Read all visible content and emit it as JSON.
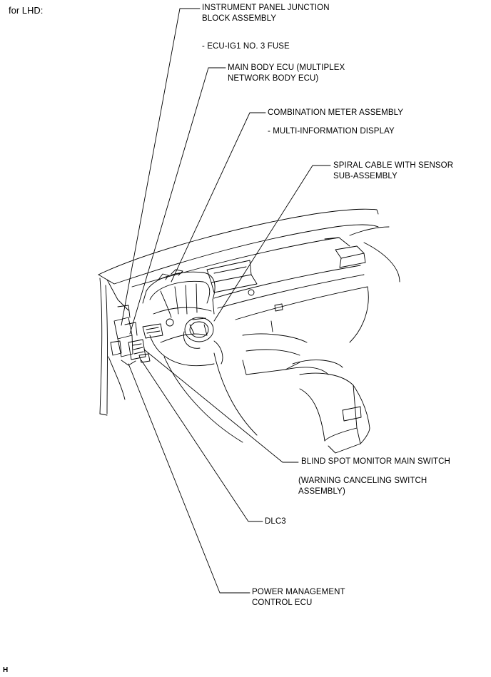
{
  "header": {
    "variant": "for LHD:"
  },
  "labels": {
    "ipjb_line1": "INSTRUMENT PANEL JUNCTION",
    "ipjb_line2": "BLOCK ASSEMBLY",
    "ipjb_sub": "- ECU-IG1 NO. 3 FUSE",
    "mbecu_line1": "MAIN BODY ECU (MULTIPLEX",
    "mbecu_line2": "NETWORK BODY ECU)",
    "meter_line1": "COMBINATION METER ASSEMBLY",
    "meter_sub": "- MULTI-INFORMATION DISPLAY",
    "spiral_line1": "SPIRAL CABLE WITH SENSOR",
    "spiral_line2": "SUB-ASSEMBLY",
    "bsm_line1": "BLIND SPOT MONITOR MAIN SWITCH",
    "bsm_sub1": "(WARNING CANCELING SWITCH",
    "bsm_sub2": "ASSEMBLY)",
    "dlc3": "DLC3",
    "pmecu_line1": "POWER MANAGEMENT",
    "pmecu_line2": "CONTROL ECU"
  },
  "footer": {
    "corner_mark": "H"
  }
}
